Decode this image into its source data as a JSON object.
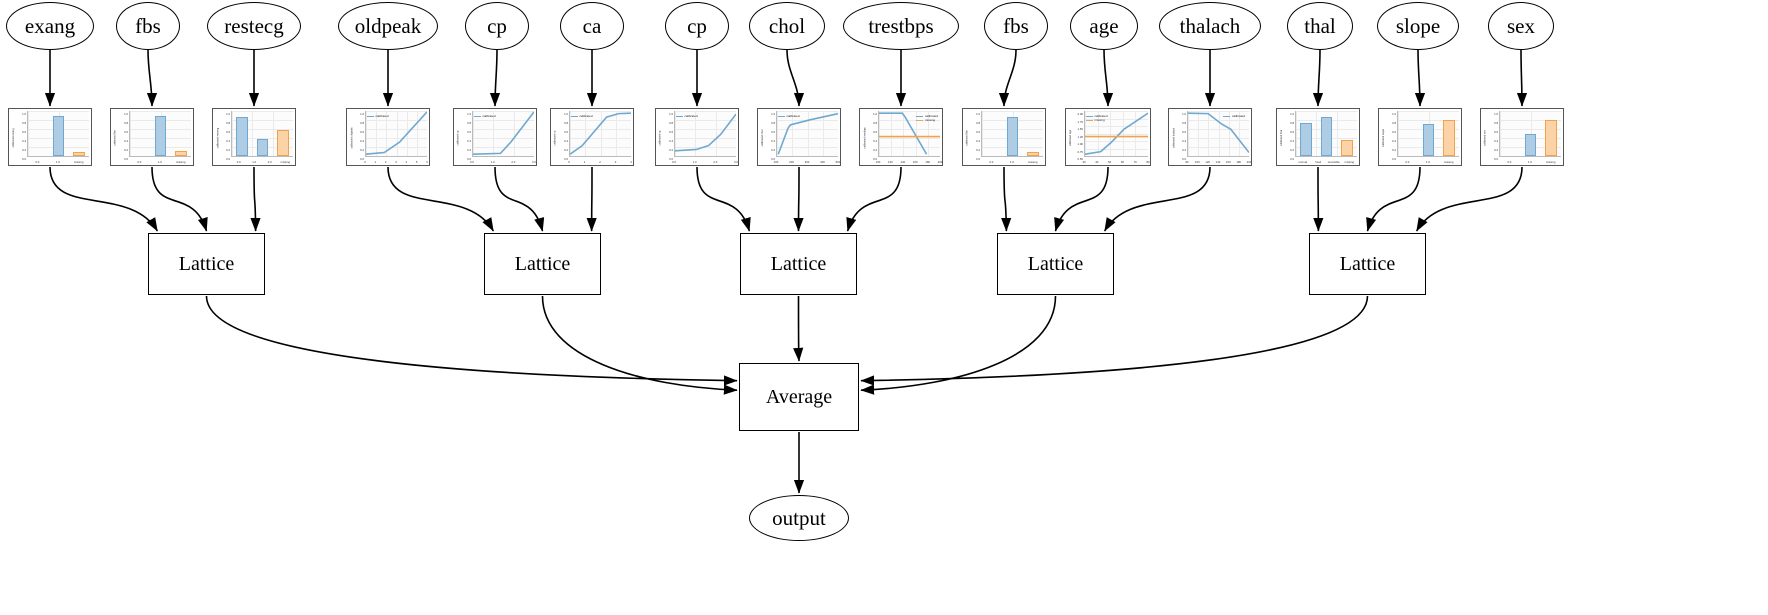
{
  "diagram": {
    "type": "calibrated-lattice-ensemble",
    "output_label": "output",
    "aggregator_label": "Average",
    "lattice_label": "Lattice",
    "legend_calibrated": "calibrated",
    "legend_missing": "missing",
    "colors": {
      "calibrated_line": "#6fa8d0",
      "calibrated_fill": "#aecde4",
      "missing_line": "#f0a24c",
      "missing_fill": "#fbd3a6",
      "node_stroke": "#000000",
      "thumb_stroke": "#555555",
      "background": "#ffffff"
    }
  },
  "features": [
    {
      "name": "exang",
      "kind": "bar",
      "ylabel": "calibrated exang",
      "yticks": [
        "1.0",
        "0.8",
        "0.6",
        "0.4",
        "0.2",
        "0.0"
      ],
      "xlabels": [
        "0.0",
        "1.0",
        "missing"
      ],
      "bars": [
        {
          "x": 0.0,
          "h": 0.0,
          "series": "calibrated"
        },
        {
          "x": 1.0,
          "h": 0.97,
          "series": "calibrated"
        },
        {
          "x": 2.0,
          "h": 0.1,
          "series": "missing"
        }
      ]
    },
    {
      "name": "fbs",
      "kind": "bar",
      "ylabel": "calibrated fbs",
      "yticks": [
        "1.0",
        "0.8",
        "0.6",
        "0.4",
        "0.2",
        "0.0"
      ],
      "xlabels": [
        "0.0",
        "1.0",
        "missing"
      ],
      "bars": [
        {
          "x": 0.0,
          "h": 0.0,
          "series": "calibrated"
        },
        {
          "x": 1.0,
          "h": 0.97,
          "series": "calibrated"
        },
        {
          "x": 2.0,
          "h": 0.12,
          "series": "missing"
        }
      ]
    },
    {
      "name": "restecg",
      "kind": "bar",
      "ylabel": "calibrated restecg",
      "yticks": [
        "1.0",
        "0.8",
        "0.6",
        "0.4",
        "0.2",
        "0.0"
      ],
      "xlabels": [
        "0.0",
        "1.0",
        "2.0",
        "missing"
      ],
      "bars": [
        {
          "x": 0.0,
          "h": 0.95,
          "series": "calibrated"
        },
        {
          "x": 1.0,
          "h": 0.4,
          "series": "calibrated"
        },
        {
          "x": 2.0,
          "h": 0.62,
          "series": "missing"
        }
      ]
    },
    {
      "name": "oldpeak",
      "kind": "line",
      "ylabel": "calibrated oldpeak",
      "yticks": [
        "1.0",
        "0.8",
        "0.6",
        "0.4",
        "0.2",
        "0.0"
      ],
      "xlabels": [
        "0",
        "1",
        "2",
        "3",
        "4",
        "5",
        "6"
      ],
      "legend": [
        "calibrated"
      ],
      "series": [
        {
          "name": "calibrated",
          "points": [
            [
              0.0,
              0.02
            ],
            [
              0.3,
              0.06
            ],
            [
              0.55,
              0.3
            ],
            [
              1.0,
              1.0
            ]
          ]
        }
      ]
    },
    {
      "name": "cp",
      "kind": "line",
      "ylabel": "calibrated cp",
      "yticks": [
        "1.0",
        "0.8",
        "0.6",
        "0.4",
        "0.2",
        "0.0"
      ],
      "xlabels": [
        "0.0",
        "1.0",
        "2.0",
        "3.0"
      ],
      "legend": [
        "calibrated"
      ],
      "series": [
        {
          "name": "calibrated",
          "points": [
            [
              0.0,
              0.02
            ],
            [
              0.45,
              0.04
            ],
            [
              0.62,
              0.3
            ],
            [
              1.0,
              1.0
            ]
          ]
        }
      ]
    },
    {
      "name": "ca",
      "kind": "line",
      "ylabel": "calibrated ca",
      "yticks": [
        "1.0",
        "0.8",
        "0.6",
        "0.4",
        "0.2",
        "0.0"
      ],
      "xlabels": [
        "0",
        "1",
        "2",
        "3",
        "4"
      ],
      "legend": [
        "calibrated"
      ],
      "series": [
        {
          "name": "calibrated",
          "points": [
            [
              0.0,
              0.02
            ],
            [
              0.2,
              0.22
            ],
            [
              0.6,
              0.88
            ],
            [
              0.8,
              0.96
            ],
            [
              1.0,
              0.97
            ]
          ]
        }
      ]
    },
    {
      "name": "cp",
      "kind": "line",
      "ylabel": "calibrated cp",
      "yticks": [
        "1.0",
        "0.8",
        "0.6",
        "0.4",
        "0.2",
        "0.0"
      ],
      "xlabels": [
        "0.0",
        "1.0",
        "2.0",
        "3.0"
      ],
      "legend": [
        "calibrated"
      ],
      "series": [
        {
          "name": "calibrated",
          "points": [
            [
              0.0,
              0.1
            ],
            [
              0.35,
              0.13
            ],
            [
              0.55,
              0.22
            ],
            [
              0.75,
              0.48
            ],
            [
              1.0,
              0.95
            ]
          ]
        }
      ]
    },
    {
      "name": "chol",
      "kind": "line",
      "ylabel": "calibrated chol",
      "yticks": [
        "1.0",
        "0.8",
        "0.6",
        "0.4",
        "0.2",
        "0.0"
      ],
      "xlabels": [
        "100",
        "200",
        "300",
        "400",
        "500"
      ],
      "legend": [
        "calibrated"
      ],
      "series": [
        {
          "name": "calibrated",
          "points": [
            [
              0.02,
              0.02
            ],
            [
              0.18,
              0.62
            ],
            [
              0.22,
              0.7
            ],
            [
              0.55,
              0.82
            ],
            [
              1.0,
              0.96
            ]
          ]
        }
      ]
    },
    {
      "name": "trestbps",
      "kind": "line",
      "ylabel": "calibrated trestbps",
      "yticks": [
        "1.0",
        "0.8",
        "0.6",
        "0.4",
        "0.2",
        "0.0"
      ],
      "xlabels": [
        "100",
        "120",
        "140",
        "160",
        "180",
        "200"
      ],
      "legend": [
        "calibrated",
        "missing"
      ],
      "series": [
        {
          "name": "calibrated",
          "points": [
            [
              0.0,
              0.97
            ],
            [
              0.38,
              0.97
            ],
            [
              0.42,
              0.9
            ],
            [
              0.78,
              0.02
            ]
          ]
        },
        {
          "name": "missing",
          "points": [
            [
              0.0,
              0.43
            ],
            [
              1.0,
              0.43
            ]
          ]
        }
      ]
    },
    {
      "name": "fbs",
      "kind": "bar",
      "ylabel": "calibrated fbs",
      "yticks": [
        "1.0",
        "0.8",
        "0.6",
        "0.4",
        "0.2",
        "0.0"
      ],
      "xlabels": [
        "0.0",
        "1.0",
        "missing"
      ],
      "bars": [
        {
          "x": 0.0,
          "h": 0.0,
          "series": "calibrated"
        },
        {
          "x": 1.0,
          "h": 0.95,
          "series": "calibrated"
        },
        {
          "x": 2.0,
          "h": 0.1,
          "series": "missing"
        }
      ]
    },
    {
      "name": "age",
      "kind": "line",
      "ylabel": "calibrated age",
      "yticks": [
        "2.00",
        "1.75",
        "1.50",
        "1.25",
        "1.00",
        "0.75",
        "0.50"
      ],
      "xlabels": [
        "30",
        "40",
        "50",
        "60",
        "70",
        "80"
      ],
      "legend": [
        "calibrated",
        "missing"
      ],
      "series": [
        {
          "name": "calibrated",
          "points": [
            [
              0.0,
              0.02
            ],
            [
              0.25,
              0.08
            ],
            [
              0.42,
              0.3
            ],
            [
              0.62,
              0.6
            ],
            [
              1.0,
              0.97
            ]
          ]
        },
        {
          "name": "missing",
          "points": [
            [
              0.0,
              0.43
            ],
            [
              1.0,
              0.43
            ]
          ]
        }
      ]
    },
    {
      "name": "thalach",
      "kind": "line",
      "ylabel": "calibrated thalach",
      "yticks": [
        "1.0",
        "0.8",
        "0.6",
        "0.4",
        "0.2",
        "0.0"
      ],
      "xlabels": [
        "80",
        "100",
        "120",
        "140",
        "160",
        "180",
        "200"
      ],
      "legend": [
        "calibrated"
      ],
      "series": [
        {
          "name": "calibrated",
          "points": [
            [
              0.0,
              0.97
            ],
            [
              0.33,
              0.96
            ],
            [
              0.55,
              0.72
            ],
            [
              0.7,
              0.6
            ],
            [
              1.0,
              0.06
            ]
          ]
        }
      ]
    },
    {
      "name": "thal",
      "kind": "bar",
      "ylabel": "calibrated thal",
      "yticks": [
        "1.0",
        "0.8",
        "0.6",
        "0.4",
        "0.2",
        "0.0"
      ],
      "xlabels": [
        "normal",
        "fixed",
        "reversible",
        "missing"
      ],
      "bars": [
        {
          "x": 0.0,
          "h": 0.8,
          "series": "calibrated"
        },
        {
          "x": 1.0,
          "h": 0.95,
          "series": "calibrated"
        },
        {
          "x": 2.0,
          "h": 0.38,
          "series": "missing"
        }
      ]
    },
    {
      "name": "slope",
      "kind": "bar",
      "ylabel": "calibrated slope",
      "yticks": [
        "1.0",
        "0.8",
        "0.6",
        "0.4",
        "0.2",
        "0.0"
      ],
      "xlabels": [
        "0.0",
        "1.0",
        "missing"
      ],
      "bars": [
        {
          "x": 0.0,
          "h": 0.0,
          "series": "calibrated"
        },
        {
          "x": 1.0,
          "h": 0.78,
          "series": "calibrated"
        },
        {
          "x": 2.0,
          "h": 0.86,
          "series": "missing"
        }
      ]
    },
    {
      "name": "sex",
      "kind": "bar",
      "ylabel": "calibrated sex",
      "yticks": [
        "1.0",
        "0.8",
        "0.6",
        "0.4",
        "0.2",
        "0.0"
      ],
      "xlabels": [
        "0.0",
        "1.0",
        "missing"
      ],
      "bars": [
        {
          "x": 0.0,
          "h": 0.0,
          "series": "calibrated"
        },
        {
          "x": 1.0,
          "h": 0.52,
          "series": "calibrated"
        },
        {
          "x": 2.0,
          "h": 0.88,
          "series": "missing"
        }
      ]
    }
  ],
  "lattices": [
    {
      "label": "Lattice",
      "inputs": [
        "exang",
        "fbs",
        "restecg"
      ]
    },
    {
      "label": "Lattice",
      "inputs": [
        "oldpeak",
        "cp",
        "ca"
      ]
    },
    {
      "label": "Lattice",
      "inputs": [
        "cp",
        "chol",
        "trestbps"
      ]
    },
    {
      "label": "Lattice",
      "inputs": [
        "fbs",
        "age",
        "thalach"
      ]
    },
    {
      "label": "Lattice",
      "inputs": [
        "thal",
        "slope",
        "sex"
      ]
    }
  ]
}
